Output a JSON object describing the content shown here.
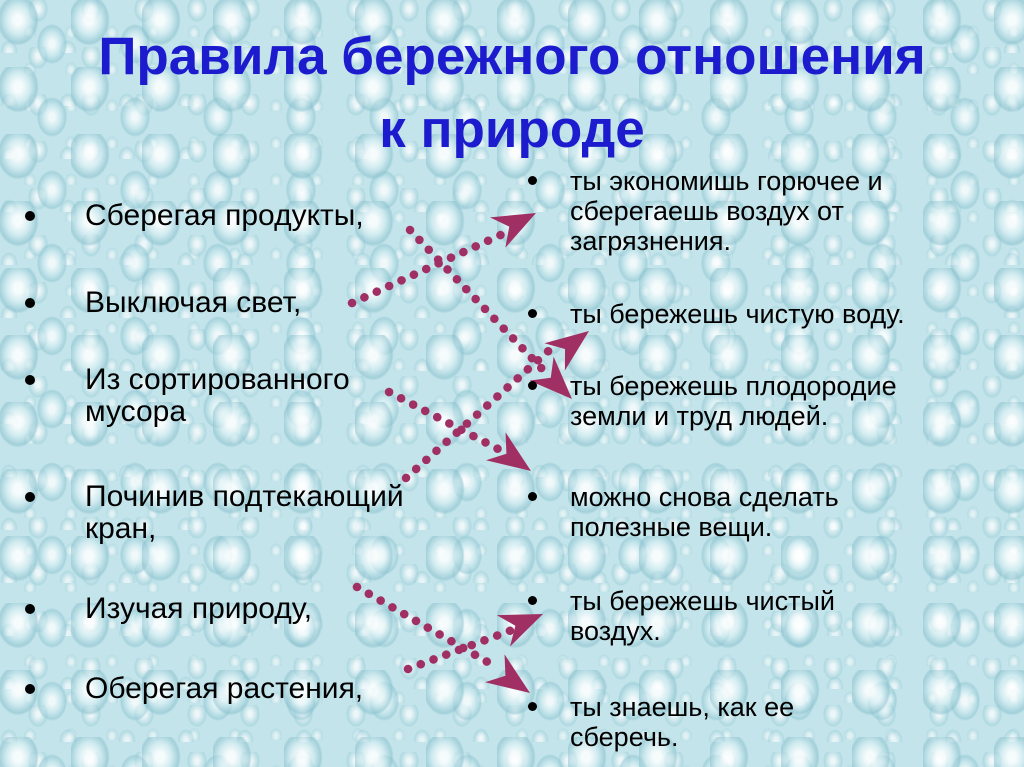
{
  "slide": {
    "title": {
      "lines": [
        "Правила бережного отношения",
        "к природе"
      ]
    },
    "left_column": {
      "items": [
        {
          "lines": [
            "Сберегая продукты,"
          ]
        },
        {
          "lines": [
            "Выключая свет,"
          ]
        },
        {
          "lines": [
            "Из сортированного",
            "мусора"
          ]
        },
        {
          "lines": [
            "Починив подтекающий",
            "кран,"
          ]
        },
        {
          "lines": [
            "Изучая природу,"
          ]
        },
        {
          "lines": [
            "Оберегая растения,"
          ]
        }
      ]
    },
    "right_column": {
      "items": [
        {
          "lines": [
            "ты экономишь горючее и",
            "сберегаешь воздух от",
            "загрязнения."
          ]
        },
        {
          "lines": [
            "ты бережешь чистую воду."
          ]
        },
        {
          "lines": [
            "ты бережешь плодородие",
            "земли и труд людей."
          ]
        },
        {
          "lines": [
            "можно снова сделать",
            "полезные вещи."
          ]
        },
        {
          "lines": [
            "ты бережешь чистый",
            "воздух."
          ]
        },
        {
          "lines": [
            "ты знаешь, как ее",
            "сберечь."
          ]
        }
      ]
    },
    "connections": [
      {
        "from": "Сберегая продукты,",
        "to": "ты бережешь плодородие земли и труд людей."
      },
      {
        "from": "Выключая свет,",
        "to": "ты экономишь горючее и сберегаешь воздух от загрязнения."
      },
      {
        "from": "Из сортированного мусора",
        "to": "можно снова сделать полезные вещи."
      },
      {
        "from": "Починив подтекающий кран,",
        "to": "ты бережешь чистую воду."
      },
      {
        "from": "Изучая природу,",
        "to": "ты знаешь, как ее сберечь."
      },
      {
        "from": "Оберегая растения,",
        "to": "ты бережешь чистый воздух."
      }
    ],
    "colors": {
      "title": "#1d1bce",
      "text": "#000000",
      "arrow": "#a02f63",
      "background": "#c3e4ea"
    }
  }
}
